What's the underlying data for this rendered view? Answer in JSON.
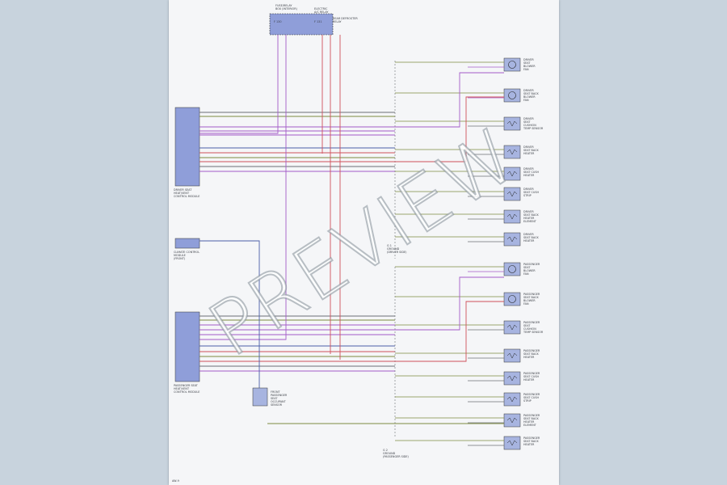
{
  "colors": {
    "background": "#c8d3dd",
    "sheet": "#f5f6f8",
    "module_fill": "#8f9ed9",
    "wire_purple": "#a45bc8",
    "wire_red": "#d0505a",
    "wire_green": "#7d8a40",
    "wire_blue": "#4b5ea8",
    "wire_gray": "#6b6f76",
    "watermark": "#ffffff"
  },
  "watermark": "PREVIEW",
  "footer_code": "AW-9",
  "fuse_box": {
    "title": "FUSE/RELAY\nBOX (INTERIOR)",
    "label_right": "ELECTRIC\nA/C RELAY",
    "fuses": [
      "F 130",
      "F 131"
    ]
  },
  "relay_labels": "REAR DEFROSTER\nRELAY",
  "modules": [
    {
      "id": "driver-seat-module",
      "label": "DRIVER SEAT\nHEAT/VENT\nCONTROL MODULE"
    },
    {
      "id": "climate-control-module",
      "label": "CLIMATE CONTROL\nMODULE\n(FRONT)"
    },
    {
      "id": "passenger-seat-module",
      "label": "PASSENGER SEAT\nHEAT/VENT\nCONTROL MODULE"
    }
  ],
  "splice_top": "G 1\nGROUND\n(DRIVER SIDE)",
  "splice_bottom": "G 2\nGROUND\n(PASSENGER SIDE)",
  "passenger_sensor": "FRONT\nPASSENGER\nSEAT\nOCCUPANT\nSENSOR",
  "components_driver": [
    "DRIVER\nSEAT\nBLOWER\nFAN",
    "DRIVER\nSEAT BACK\nBLOWER\nFAN",
    "DRIVER\nSEAT\nCUSHION\nTEMP SENSOR",
    "DRIVER\nSEAT BACK\nHEATER",
    "DRIVER\nSEAT CUSH\nHEATER",
    "DRIVER\nSEAT CUSH\nSTRIP",
    "DRIVER\nSEAT BACK\nHEATER\nELEMENT",
    "DRIVER\nSEAT BACK\nHEATER"
  ],
  "components_passenger": [
    "PASSENGER\nSEAT\nBLOWER\nFAN",
    "PASSENGER\nSEAT BACK\nBLOWER\nFAN",
    "PASSENGER\nSEAT\nCUSHION\nTEMP SENSOR",
    "PASSENGER\nSEAT BACK\nHEATER",
    "PASSENGER\nSEAT CUSH\nHEATER",
    "PASSENGER\nSEAT CUSH\nSTRIP",
    "PASSENGER\nSEAT BACK\nHEATER\nELEMENT",
    "PASSENGER\nSEAT BACK\nHEATER"
  ]
}
